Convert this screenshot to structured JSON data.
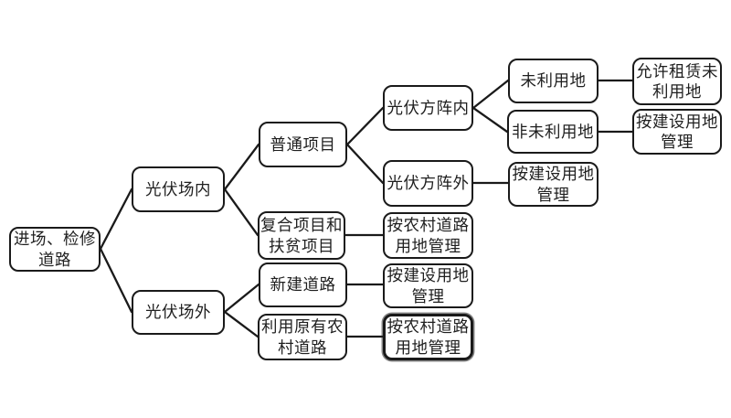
{
  "diagram": {
    "description": "Flowchart of land-use management rules for entry and maintenance roads of photovoltaic projects",
    "colors": {
      "background": "#ffffff",
      "box_fill": "#ffffff",
      "box_border": "#1a1a1a",
      "line": "#1a1a1a",
      "text": "#1f1f1f"
    },
    "nodes": {
      "entry_road": {
        "label": "进场、检修\n道路"
      },
      "pv_field_inside": {
        "label": "光伏场内"
      },
      "pv_field_outside": {
        "label": "光伏场外"
      },
      "ordinary_project": {
        "label": "普通项目"
      },
      "composite_poverty_project": {
        "label": "复合项目和\n扶贫项目"
      },
      "new_road": {
        "label": "新建道路"
      },
      "existing_rural_road": {
        "label": "利用原有农\n村道路"
      },
      "pv_array_inside": {
        "label": "光伏方阵内"
      },
      "pv_array_outside": {
        "label": "光伏方阵外"
      },
      "unused_land": {
        "label": "未利用地"
      },
      "non_unused_land": {
        "label": "非未利用地"
      },
      "allow_lease_unused_land": {
        "label": "允许租赁未\n利用地"
      },
      "construction_land_mgmt_top": {
        "label": "按建设用地\n管理"
      },
      "construction_land_mgmt_mid": {
        "label": "按建设用地\n管理"
      },
      "construction_land_mgmt_new_road": {
        "label": "按建设用地\n管理"
      },
      "rural_road_land_mgmt_composite": {
        "label": "按农村道路\n用地管理"
      },
      "rural_road_land_mgmt_existing": {
        "label": "按农村道路\n用地管理"
      }
    },
    "edges": [
      {
        "from": "entry_road",
        "to": "pv_field_inside"
      },
      {
        "from": "entry_road",
        "to": "pv_field_outside"
      },
      {
        "from": "pv_field_inside",
        "to": "ordinary_project"
      },
      {
        "from": "pv_field_inside",
        "to": "composite_poverty_project"
      },
      {
        "from": "pv_field_outside",
        "to": "new_road"
      },
      {
        "from": "pv_field_outside",
        "to": "existing_rural_road"
      },
      {
        "from": "ordinary_project",
        "to": "pv_array_inside"
      },
      {
        "from": "ordinary_project",
        "to": "pv_array_outside"
      },
      {
        "from": "pv_array_inside",
        "to": "unused_land"
      },
      {
        "from": "pv_array_inside",
        "to": "non_unused_land"
      },
      {
        "from": "unused_land",
        "to": "allow_lease_unused_land"
      },
      {
        "from": "non_unused_land",
        "to": "construction_land_mgmt_top"
      },
      {
        "from": "pv_array_outside",
        "to": "construction_land_mgmt_mid"
      },
      {
        "from": "composite_poverty_project",
        "to": "rural_road_land_mgmt_composite"
      },
      {
        "from": "new_road",
        "to": "construction_land_mgmt_new_road"
      },
      {
        "from": "existing_rural_road",
        "to": "rural_road_land_mgmt_existing"
      }
    ]
  }
}
